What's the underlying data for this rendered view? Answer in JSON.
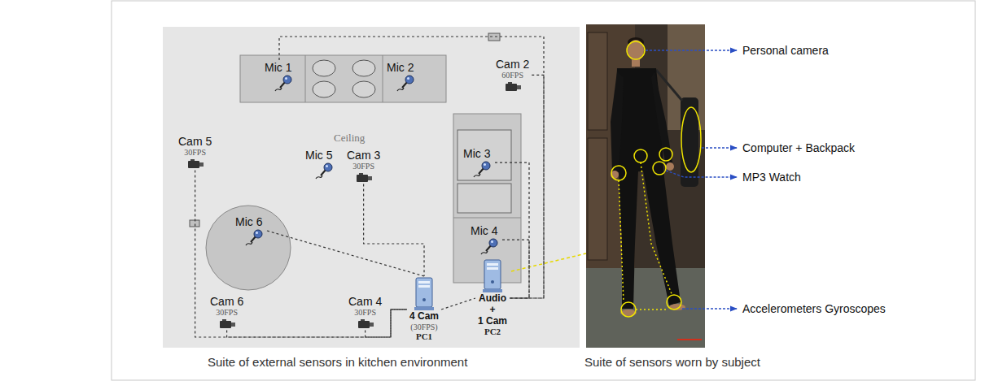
{
  "diagram": {
    "nodes": [
      {
        "text": [
          "Mic 1"
        ]
      },
      {
        "text": [
          "Mic 2"
        ]
      },
      {
        "text": [
          "Cam 2",
          "60FPS"
        ]
      },
      {
        "text": [
          "Cam 5",
          "30FPS"
        ]
      },
      {
        "text": [
          "Mic 5"
        ]
      },
      {
        "text": [
          "Cam 3",
          "30FPS"
        ]
      },
      {
        "text": [
          "Mic 3"
        ]
      },
      {
        "text": [
          "Mic 6"
        ]
      },
      {
        "text": [
          "Mic 4"
        ]
      },
      {
        "text": [
          "Cam 6",
          "30FPS"
        ]
      },
      {
        "text": [
          "Cam 4",
          "30FPS"
        ]
      },
      {
        "text": [
          "4 Cam",
          "(30FPS)",
          "PC1"
        ]
      },
      {
        "text": [
          "Audio",
          "+",
          "1 Cam",
          "PC2"
        ]
      }
    ],
    "edges": [
      {
        "from": 3,
        "to": 11,
        "arrow": "none"
      },
      {
        "from": 9,
        "to": 11,
        "arrow": "none"
      },
      {
        "from": 10,
        "to": 11,
        "arrow": "none"
      },
      {
        "from": 5,
        "to": 11,
        "arrow": "none"
      },
      {
        "from": 7,
        "to": 11,
        "arrow": "none"
      },
      {
        "from": 0,
        "to": 12,
        "arrow": "none"
      },
      {
        "from": 2,
        "to": 12,
        "arrow": "none"
      },
      {
        "from": 6,
        "to": 12,
        "arrow": "none"
      },
      {
        "from": 8,
        "to": 12,
        "arrow": "none"
      },
      {
        "from": 11,
        "to": 12,
        "arrow": "none"
      }
    ],
    "labels": [
      "Ceiling",
      "Personal camera",
      "Computer + Backpack",
      "MP3 Watch",
      "Accelerometers Gyroscopes",
      "Suite of external sensors in kitchen environment",
      "Suite of sensors worn by subject"
    ]
  }
}
